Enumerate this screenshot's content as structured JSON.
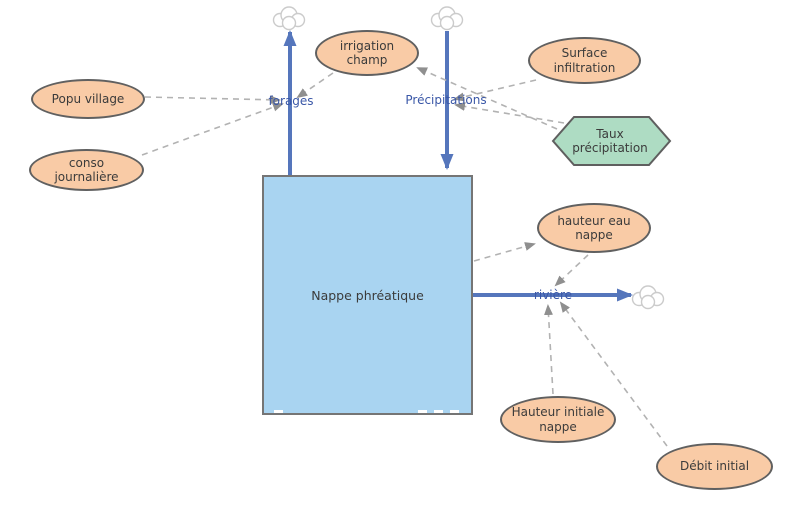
{
  "colors": {
    "variable_fill": "#F9CBA6",
    "variable_border": "#606060",
    "hexagon_fill": "#AEDCC3",
    "stock_fill": "#A9D4F1",
    "stock_border": "#757575",
    "flow_color": "#5576BC",
    "flow_label_color": "#3A57A7",
    "connector_color": "#B2B2B2",
    "connector_arrow": "#8F8F8F",
    "text_color": "#3B3B3B",
    "cloud_stroke": "#CBCBCB"
  },
  "nodes": {
    "nappe_phreatique": {
      "label": "Nappe phréatique",
      "type": "stock"
    },
    "popu_village": {
      "label": "Popu village",
      "type": "variable"
    },
    "conso_journaliere": {
      "label": "conso journalière",
      "type": "variable"
    },
    "irrigation_champ": {
      "label": "irrigation champ",
      "type": "variable"
    },
    "surface_infiltration": {
      "label": "Surface infiltration",
      "type": "variable"
    },
    "taux_precipitation": {
      "label": "Taux précipitation",
      "type": "constant-hexagon"
    },
    "hauteur_eau_nappe": {
      "label": "hauteur eau nappe",
      "type": "variable"
    },
    "hauteur_initiale_nappe": {
      "label": "Hauteur initiale nappe",
      "type": "variable"
    },
    "debit_initial": {
      "label": "Débit initial",
      "type": "variable"
    },
    "forages": {
      "label": "forages",
      "type": "flow"
    },
    "precipitations": {
      "label": "Précipitations",
      "type": "flow"
    },
    "riviere": {
      "label": "rivière",
      "type": "flow"
    }
  },
  "flows": [
    {
      "label": "forages",
      "from": "Nappe phréatique",
      "to": "sink-cloud"
    },
    {
      "label": "Précipitations",
      "from": "source-cloud",
      "to": "Nappe phréatique"
    },
    {
      "label": "rivière",
      "from": "Nappe phréatique",
      "to": "sink-cloud"
    }
  ],
  "links": [
    {
      "from": "Popu village",
      "to": "forages"
    },
    {
      "from": "conso journalière",
      "to": "forages"
    },
    {
      "from": "irrigation champ",
      "to": "forages"
    },
    {
      "from": "Surface infiltration",
      "to": "Précipitations"
    },
    {
      "from": "Taux précipitation",
      "to": "Précipitations"
    },
    {
      "from": "Taux précipitation",
      "to": "irrigation champ"
    },
    {
      "from": "Nappe phréatique",
      "to": "hauteur eau nappe"
    },
    {
      "from": "hauteur eau nappe",
      "to": "rivière"
    },
    {
      "from": "Hauteur initiale nappe",
      "to": "rivière"
    },
    {
      "from": "Débit initial",
      "to": "rivière"
    }
  ]
}
